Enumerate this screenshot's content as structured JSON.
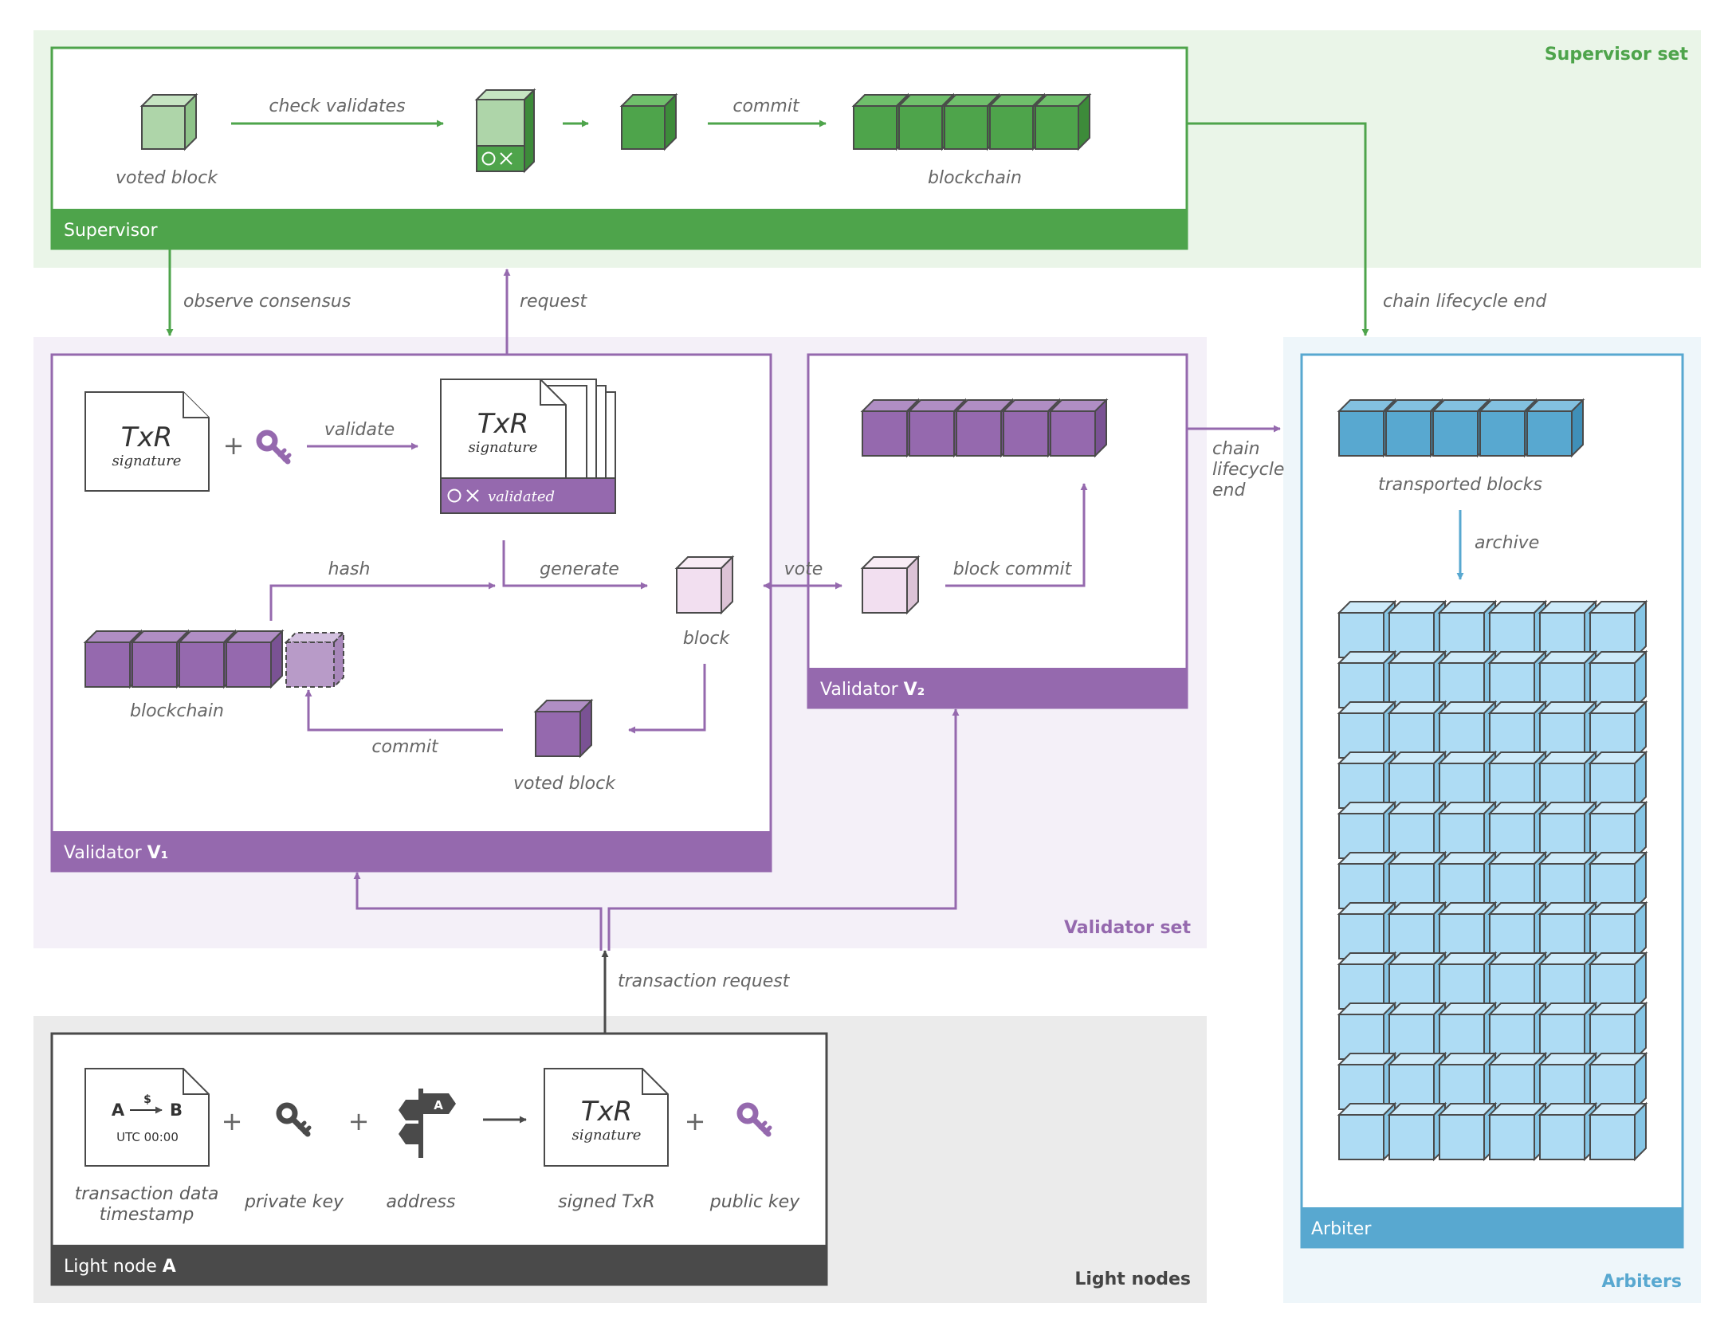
{
  "sets": {
    "supervisor_set": "Supervisor set",
    "validator_set": "Validator set",
    "light_nodes": "Light nodes",
    "arbiters": "Arbiters"
  },
  "nodes": {
    "supervisor": "Supervisor",
    "validator_v1_prefix": "Validator ",
    "validator_v1_id": "V₁",
    "validator_v2_prefix": "Validator ",
    "validator_v2_id": "V₂",
    "light_node_prefix": "Light node ",
    "light_node_id": "A",
    "arbiter": "Arbiter"
  },
  "supervisor": {
    "voted_block": "voted block",
    "check_validates": "check validates",
    "commit": "commit",
    "blockchain": "blockchain"
  },
  "flows": {
    "observe_consensus": "observe consensus",
    "request": "request",
    "chain_lifecycle_end_top": "chain lifecycle end",
    "chain_lifecycle_end_side": [
      "chain",
      "lifecycle",
      "end"
    ],
    "transaction_request": "transaction request",
    "vote": "vote",
    "archive": "archive"
  },
  "validator_v1": {
    "txr": "TxR",
    "signature": "signature",
    "validate": "validate",
    "validated": "validated",
    "hash": "hash",
    "generate": "generate",
    "block": "block",
    "blockchain": "blockchain",
    "commit": "commit",
    "voted_block": "voted block"
  },
  "validator_v2": {
    "block_commit": "block commit"
  },
  "arbiter": {
    "transported_blocks": "transported blocks"
  },
  "light_node": {
    "from": "A",
    "to": "B",
    "currency": "$",
    "time": "UTC 00:00",
    "address_tag": "A",
    "txr": "TxR",
    "signature": "signature",
    "transaction_data": "transaction data",
    "timestamp": "timestamp",
    "private_key": "private key",
    "address": "address",
    "signed_txr": "signed TxR",
    "public_key": "public key",
    "plus": "+"
  },
  "colors": {
    "green": "#4ea44b",
    "green_light": "#aed5a9",
    "green_bg": "#eaf5e8",
    "purple": "#9569ae",
    "purple_bg": "#f4f0f8",
    "purple_light": "#f2dff0",
    "blue": "#58a8d0",
    "blue_light": "#aedcf4",
    "blue_bg": "#eef6fa",
    "grey_bg": "#ebebeb",
    "dark": "#4a4a4a"
  }
}
